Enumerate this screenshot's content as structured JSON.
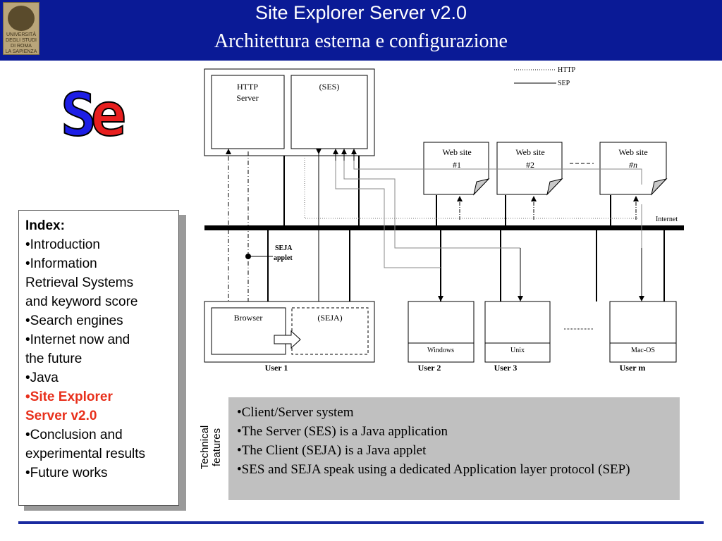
{
  "header": {
    "title": "Site Explorer Server v2.0",
    "subtitle": "Architettura esterna e configurazione",
    "logo_text": [
      "UNIVERSITÀ",
      "DEGLI STUDI",
      "DI ROMA",
      "LA SAPIENZA"
    ]
  },
  "logo_se": {
    "s": "S",
    "e": "e"
  },
  "index": {
    "title": "Index:",
    "items": [
      {
        "label": "•Introduction",
        "active": false
      },
      {
        "label": "•Information\nRetrieval Systems\nand keyword score",
        "active": false
      },
      {
        "label": "•Search engines",
        "active": false
      },
      {
        "label": "•Internet now and\nthe future",
        "active": false
      },
      {
        "label": "•Java",
        "active": false
      },
      {
        "label": "•Site Explorer\nServer v2.0",
        "active": true
      },
      {
        "label": "•Conclusion and\nexperimental results",
        "active": false
      },
      {
        "label": "•Future works",
        "active": false
      }
    ]
  },
  "diagram": {
    "legend": {
      "http": "HTTP",
      "sep": "SEP"
    },
    "server": {
      "http_server_1": "HTTP",
      "http_server_2": "Server",
      "ses": "(SES)"
    },
    "websites": [
      {
        "label": "Web site",
        "num": "#1"
      },
      {
        "label": "Web site",
        "num": "#2"
      },
      {
        "label": "Web site",
        "num": "#n"
      }
    ],
    "internet": "Internet",
    "seja_applet_1": "SEJA",
    "seja_applet_2": "applet",
    "user1": {
      "browser": "Browser",
      "seja": "(SEJA)",
      "label": "User 1"
    },
    "users": [
      {
        "os": "Windows",
        "label": "User 2"
      },
      {
        "os": "Unix",
        "label": "User 3"
      },
      {
        "os": "Mac-OS",
        "label": "User m"
      }
    ]
  },
  "features": {
    "label": "Technical\nfeatures",
    "items": [
      "•Client/Server system",
      "•The Server (SES) is a Java application",
      "•The Client (SEJA) is a Java applet",
      "•SES and SEJA speak using a dedicated Application layer protocol (SEP)"
    ]
  },
  "colors": {
    "header_bg": "#0a1a96",
    "active_item": "#e8301c",
    "features_bg": "#c0c0c0",
    "logo_s": "#1d1ee6",
    "logo_e": "#e81f1f"
  }
}
